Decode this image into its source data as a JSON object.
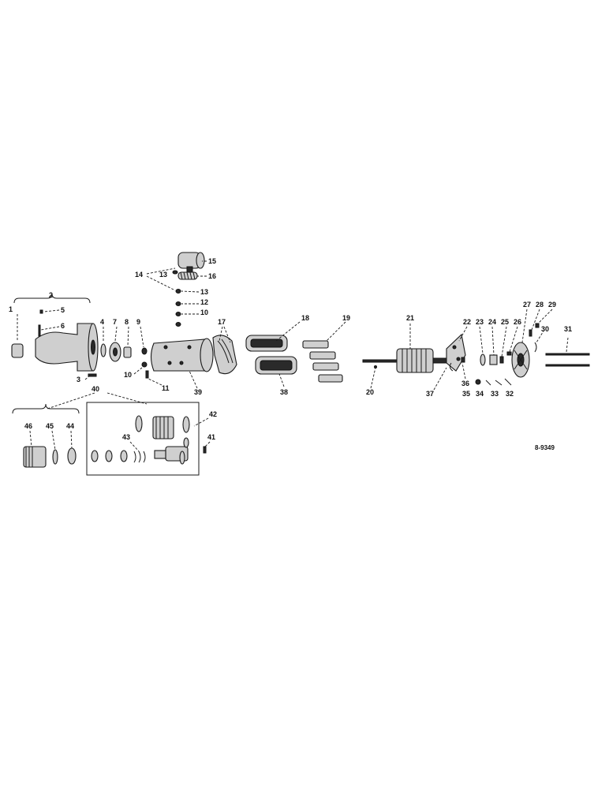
{
  "diagram": {
    "drawing_number": "8-9349",
    "callouts": [
      "1",
      "2",
      "3",
      "4",
      "5",
      "6",
      "7",
      "8",
      "9",
      "10",
      "11",
      "12",
      "13",
      "14",
      "15",
      "16",
      "17",
      "18",
      "19",
      "20",
      "21",
      "22",
      "23",
      "24",
      "25",
      "26",
      "27",
      "28",
      "29",
      "30",
      "31",
      "32",
      "33",
      "34",
      "35",
      "36",
      "37",
      "38",
      "39",
      "40",
      "41",
      "42",
      "43",
      "44",
      "45",
      "46"
    ],
    "callout_duplicates": [
      "10",
      "13"
    ]
  }
}
